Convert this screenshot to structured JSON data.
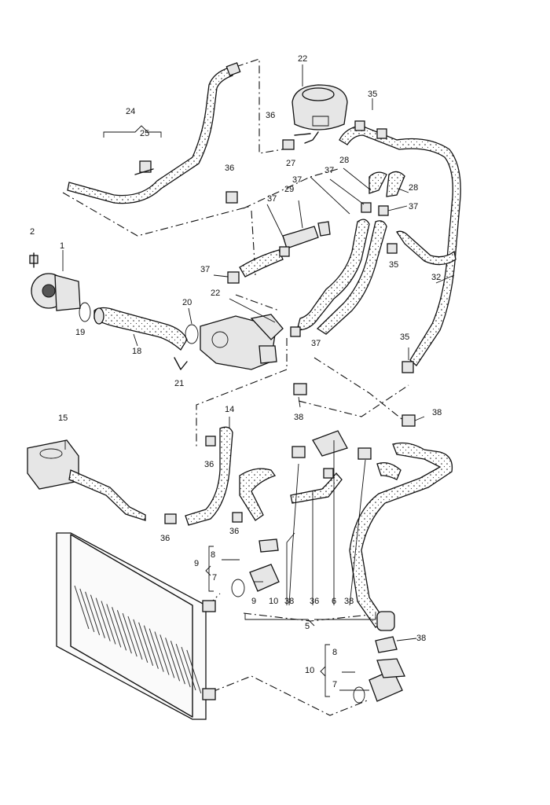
{
  "labels": {
    "l1": "1",
    "l2": "2",
    "l5": "5",
    "l6": "6",
    "l7a": "7",
    "l7b": "7",
    "l8a": "8",
    "l8b": "8",
    "l9a": "9",
    "l9b": "9",
    "l10a": "10",
    "l10b": "10",
    "l14": "14",
    "l15": "15",
    "l18": "18",
    "l19": "19",
    "l20": "20",
    "l21": "21",
    "l22a": "22",
    "l22b": "22",
    "l24": "24",
    "l25": "25",
    "l27": "27",
    "l28a": "28",
    "l28b": "28",
    "l29": "29",
    "l32": "32",
    "l35a": "35",
    "l35b": "35",
    "l35c": "35",
    "l36a": "36",
    "l36b": "36",
    "l36c": "36",
    "l36d": "36",
    "l36e": "36",
    "l37a": "37",
    "l37b": "37",
    "l37c": "37",
    "l37d": "37",
    "l37e": "37",
    "l38a": "38",
    "l38b": "38",
    "l38c": "38",
    "l38d": "38",
    "l38e": "38"
  }
}
